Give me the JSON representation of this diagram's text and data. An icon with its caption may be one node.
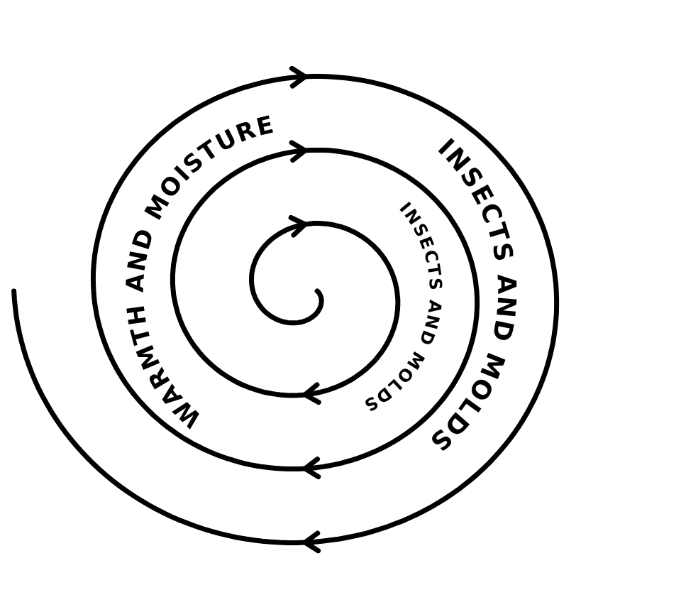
{
  "diagram": {
    "labels": [
      "WARMTH AND MOISTURE",
      "INSECTS AND MOLDS",
      "INSECTS AND MOLDS"
    ]
  }
}
